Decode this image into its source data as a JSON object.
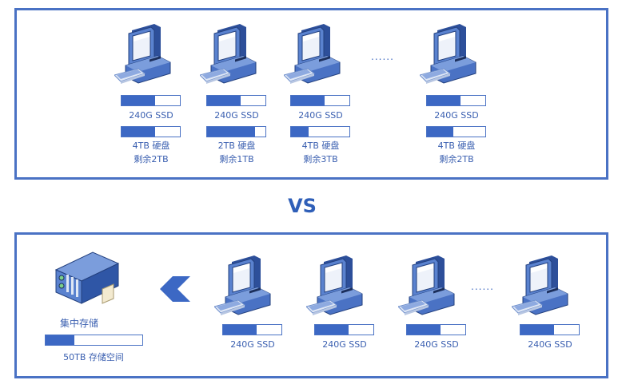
{
  "colors": {
    "accent": "#4a72c4",
    "fill": "#3c68c4"
  },
  "top": {
    "pcs": [
      {
        "ssd_label": "240G SSD",
        "ssd_fill": 0.57,
        "hdd_fill": 0.57,
        "hdd_label": "4TB 硬盘",
        "remaining": "剩余2TB"
      },
      {
        "ssd_label": "240G SSD",
        "ssd_fill": 0.57,
        "hdd_fill": 0.82,
        "hdd_label": "2TB 硬盘",
        "remaining": "剩余1TB"
      },
      {
        "ssd_label": "240G SSD",
        "ssd_fill": 0.57,
        "hdd_fill": 0.3,
        "hdd_label": "4TB 硬盘",
        "remaining": "剩余3TB"
      },
      {
        "ssd_label": "240G SSD",
        "ssd_fill": 0.57,
        "hdd_fill": 0.45,
        "hdd_label": "4TB 硬盘",
        "remaining": "剩余2TB"
      }
    ],
    "ellipsis": "......"
  },
  "vs": "VS",
  "bottom": {
    "storage": {
      "title": "集中存储",
      "fill": 0.3,
      "label": "50TB 存储空间"
    },
    "pcs": [
      {
        "ssd_label": "240G SSD",
        "ssd_fill": 0.57
      },
      {
        "ssd_label": "240G SSD",
        "ssd_fill": 0.57
      },
      {
        "ssd_label": "240G SSD",
        "ssd_fill": 0.57
      },
      {
        "ssd_label": "240G SSD",
        "ssd_fill": 0.57
      }
    ],
    "ellipsis": "......"
  }
}
